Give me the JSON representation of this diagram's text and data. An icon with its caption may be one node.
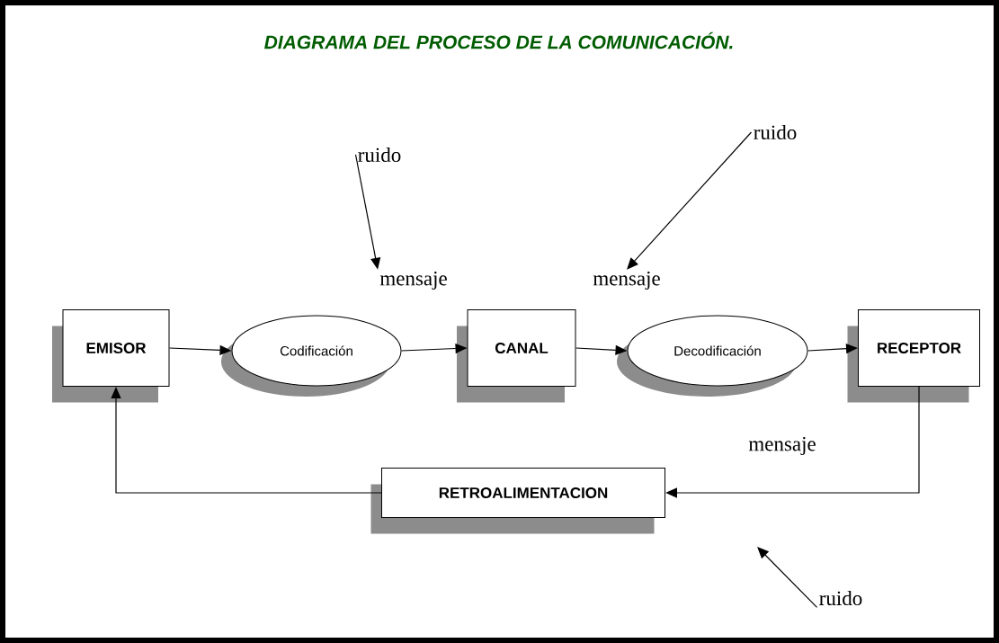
{
  "diagram": {
    "title": "DIAGRAMA DEL PROCESO DE LA COMUNICACIÓN.",
    "nodes": [
      {
        "text": [
          "ruido"
        ]
      },
      {
        "text": [
          "ruido"
        ]
      },
      {
        "text": [
          "mensaje"
        ]
      },
      {
        "text": [
          "mensaje"
        ]
      },
      {
        "text": [
          "EMISOR"
        ]
      },
      {
        "text": [
          "Codificación"
        ]
      },
      {
        "text": [
          "CANAL"
        ]
      },
      {
        "text": [
          "Decodificación"
        ]
      },
      {
        "text": [
          "RECEPTOR"
        ]
      },
      {
        "text": [
          "RETROALIMENTACION"
        ]
      },
      {
        "text": [
          "ruido"
        ]
      }
    ],
    "edges": [
      {
        "from": 4,
        "to": 5,
        "arrow": "to"
      },
      {
        "from": 5,
        "to": 6,
        "arrow": "to"
      },
      {
        "from": 6,
        "to": 7,
        "arrow": "to"
      },
      {
        "from": 7,
        "to": 8,
        "arrow": "to"
      },
      {
        "from": 8,
        "to": 9,
        "arrow": "to",
        "label": "mensaje"
      },
      {
        "from": 9,
        "to": 4,
        "arrow": "to"
      },
      {
        "from": 0,
        "to": 2,
        "arrow": "to"
      },
      {
        "from": 1,
        "to": 3,
        "arrow": "to"
      },
      {
        "from": 10,
        "to": null,
        "arrow": "to"
      }
    ]
  }
}
